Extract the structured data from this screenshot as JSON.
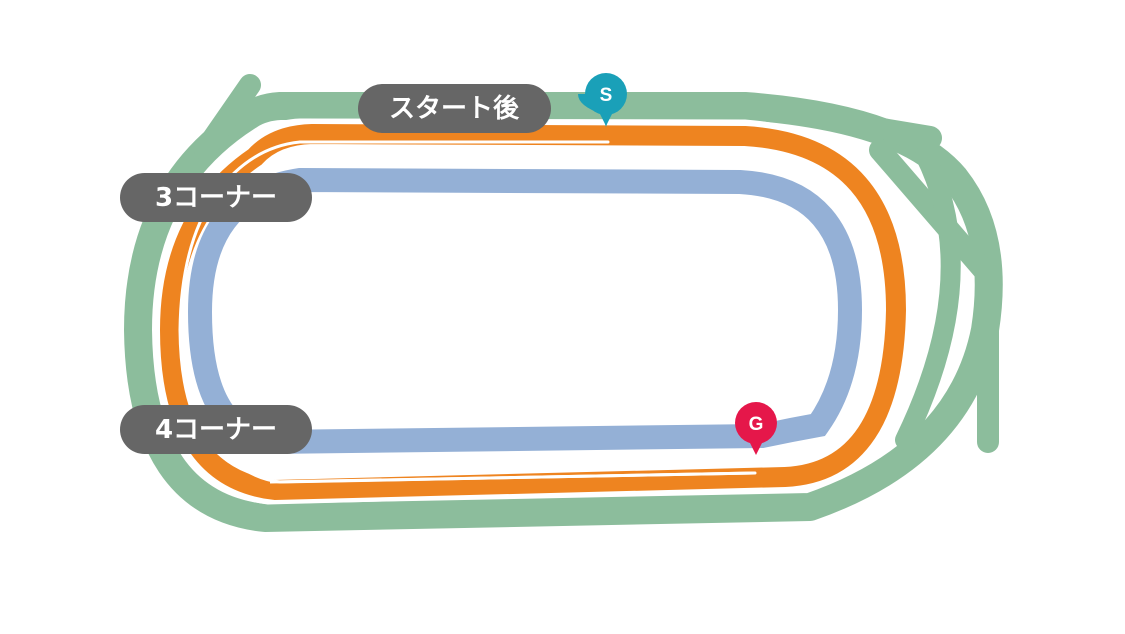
{
  "colors": {
    "turf": "#8cbd9c",
    "dirt": "#ee8420",
    "inner": "#94b0d6",
    "rail": "#ffffff",
    "label_bg": "#666666",
    "label_text": "#ffffff",
    "start_marker": "#1aa0b8",
    "goal_marker": "#e5174a"
  },
  "labels": {
    "start_after": "スタート後",
    "corner3": "3コーナー",
    "corner4": "4コーナー"
  },
  "markers": {
    "start": "S",
    "goal": "G"
  }
}
